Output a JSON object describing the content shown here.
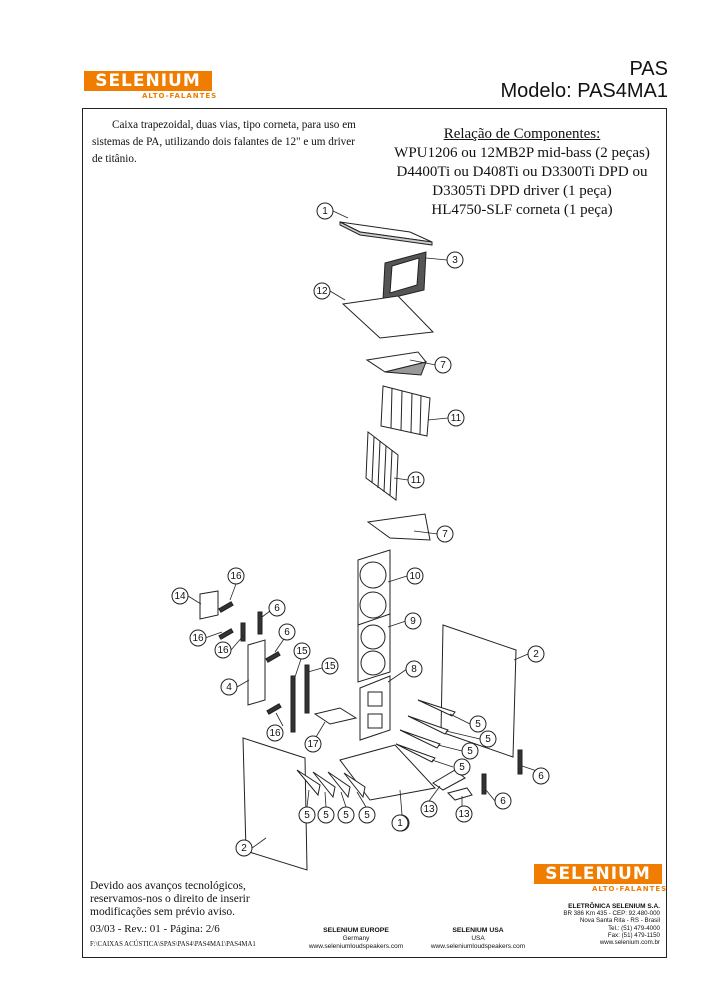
{
  "brand": {
    "logo_text": "SELENIUM",
    "logo_subtitle": "ALTO-FALANTES",
    "accent_color": "#f07d00"
  },
  "header": {
    "line1": "PAS",
    "line2": "Modelo: PAS4MA1"
  },
  "description": "Caixa trapezoidal, duas vias, tipo corneta, para uso em sistemas de PA, utilizando dois falantes de 12\" e um driver de titânio.",
  "components": {
    "title": "Relação de Componentes:",
    "items": [
      "WPU1206 ou 12MB2P mid-bass (2 peças)",
      "D4400Ti ou D408Ti ou D3300Ti DPD ou",
      "D3305Ti DPD driver (1 peça)",
      "HL4750-SLF corneta (1 peça)"
    ]
  },
  "callouts": [
    "1",
    "3",
    "12",
    "7",
    "11",
    "11",
    "7",
    "10",
    "9",
    "8",
    "2",
    "14",
    "16",
    "6",
    "16",
    "6",
    "16",
    "15",
    "15",
    "4",
    "16",
    "17",
    "5",
    "5",
    "5",
    "5",
    "5",
    "5",
    "5",
    "5",
    "5",
    "13",
    "13",
    "6",
    "6",
    "2",
    "1"
  ],
  "footer": {
    "notice": [
      "Devido aos avanços tecnológicos,",
      "reservamos-nos o direito de inserir",
      "modificações sem prévio aviso."
    ],
    "revision": "03/03 - Rev.: 01 - Página: 2/6",
    "path": "F:\\CAIXAS ACÚSTICA\\SPAS\\PAS4\\PAS4MA1\\PAS4MA1",
    "europe": {
      "name": "SELENIUM EUROPE",
      "country": "Germany",
      "web": "www.seleniumloudspeakers.com"
    },
    "usa": {
      "name": "SELENIUM USA",
      "country": "USA",
      "web": "www.seleniumloudspeakers.com"
    },
    "company": {
      "name": "ELETRÔNICA SELENIUM S.A.",
      "address": "BR 386 Km 435 - CEP: 92.480-000",
      "city": "Nova Santa Rita - RS - Brasil",
      "tel": "Tel.: (51) 479-4000",
      "fax": "Fax: (51) 479-1150",
      "web": "www.selenium.com.br"
    }
  }
}
